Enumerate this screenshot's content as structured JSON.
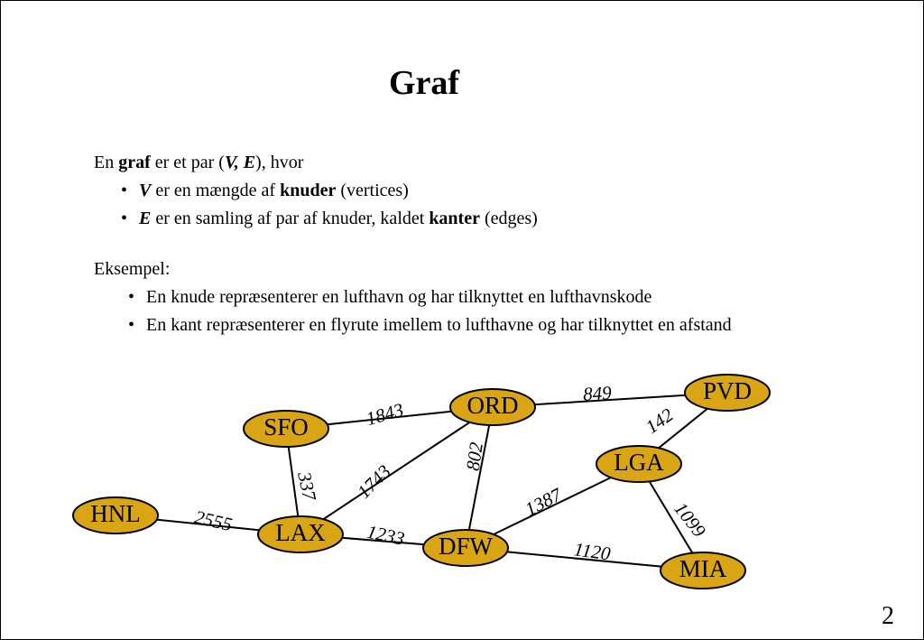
{
  "slide": {
    "title": "Graf",
    "page_number": "2"
  },
  "definition": {
    "line1": {
      "p1": "En ",
      "graf": "graf",
      "p2": " er et par (",
      "ve": "V, E",
      "p3": "), hvor"
    },
    "bullet1": {
      "v": "V",
      "p1": " er en mængde af ",
      "knuder": "knuder",
      "p2": " (vertices)"
    },
    "bullet2": {
      "e": "E",
      "p1": " er en samling af par af knuder, kaldet ",
      "kanter": "kanter",
      "p2": " (edges)"
    }
  },
  "example": {
    "heading": "Eksempel:",
    "items": [
      "En knude repræsenterer en lufthavn og har tilknyttet en lufthavnskode",
      "En kant repræsenterer en flyrute imellem to lufthavne og har tilknyttet en afstand"
    ]
  },
  "colors": {
    "node_fill": "#D9A515",
    "node_stroke": "#000000",
    "edge_stroke": "#000000"
  },
  "graph": {
    "nodes": [
      {
        "id": "ORD",
        "label": "ORD"
      },
      {
        "id": "PVD",
        "label": "PVD"
      },
      {
        "id": "SFO",
        "label": "SFO"
      },
      {
        "id": "LGA",
        "label": "LGA"
      },
      {
        "id": "HNL",
        "label": "HNL"
      },
      {
        "id": "LAX",
        "label": "LAX"
      },
      {
        "id": "DFW",
        "label": "DFW"
      },
      {
        "id": "MIA",
        "label": "MIA"
      }
    ],
    "edges": [
      {
        "from": "SFO",
        "to": "ORD",
        "label": "1843"
      },
      {
        "from": "ORD",
        "to": "PVD",
        "label": "849"
      },
      {
        "from": "PVD",
        "to": "LGA",
        "label": "142"
      },
      {
        "from": "ORD",
        "to": "DFW",
        "label": "802"
      },
      {
        "from": "SFO",
        "to": "LAX",
        "label": "337"
      },
      {
        "from": "LAX",
        "to": "ORD",
        "label": "1743"
      },
      {
        "from": "LGA",
        "to": "DFW",
        "label": "1387"
      },
      {
        "from": "HNL",
        "to": "LAX",
        "label": "2555"
      },
      {
        "from": "LAX",
        "to": "DFW",
        "label": "1233"
      },
      {
        "from": "LGA",
        "to": "MIA",
        "label": "1099"
      },
      {
        "from": "DFW",
        "to": "MIA",
        "label": "1120"
      }
    ]
  }
}
